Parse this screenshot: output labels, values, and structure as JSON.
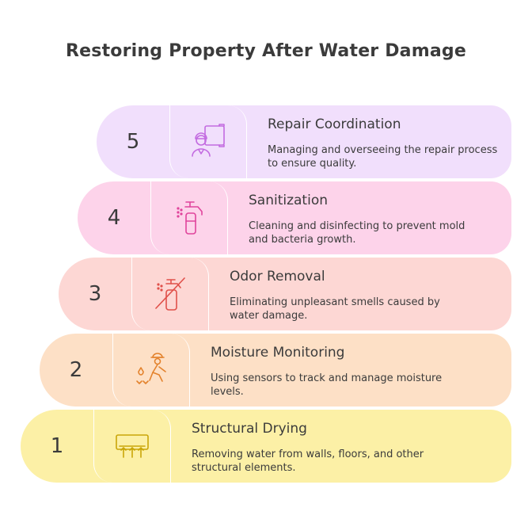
{
  "title": "Restoring Property After Water Damage",
  "steps": [
    {
      "number": "5",
      "title": "Repair Coordination",
      "description": "Managing and overseeing the repair process to ensure quality.",
      "icon": "construction-worker-blueprint-icon",
      "bg": "#f1dffc",
      "accent": "#c36be0"
    },
    {
      "number": "4",
      "title": "Sanitization",
      "description": "Cleaning and disinfecting to prevent mold and bacteria growth.",
      "icon": "spray-bottle-icon",
      "bg": "#fdd3ea",
      "accent": "#e0449c"
    },
    {
      "number": "3",
      "title": "Odor Removal",
      "description": "Eliminating unpleasant smells caused by water damage.",
      "icon": "no-spray-icon",
      "bg": "#fdd7d4",
      "accent": "#e0504a"
    },
    {
      "number": "2",
      "title": "Moisture Monitoring",
      "description": "Using sensors to track and manage moisture levels.",
      "icon": "worker-sensor-icon",
      "bg": "#fde0c6",
      "accent": "#e3822c"
    },
    {
      "number": "1",
      "title": "Structural Drying",
      "description": "Removing water from walls, floors, and other structural elements.",
      "icon": "drying-heater-icon",
      "bg": "#fcf0a6",
      "accent": "#c9a608"
    }
  ]
}
